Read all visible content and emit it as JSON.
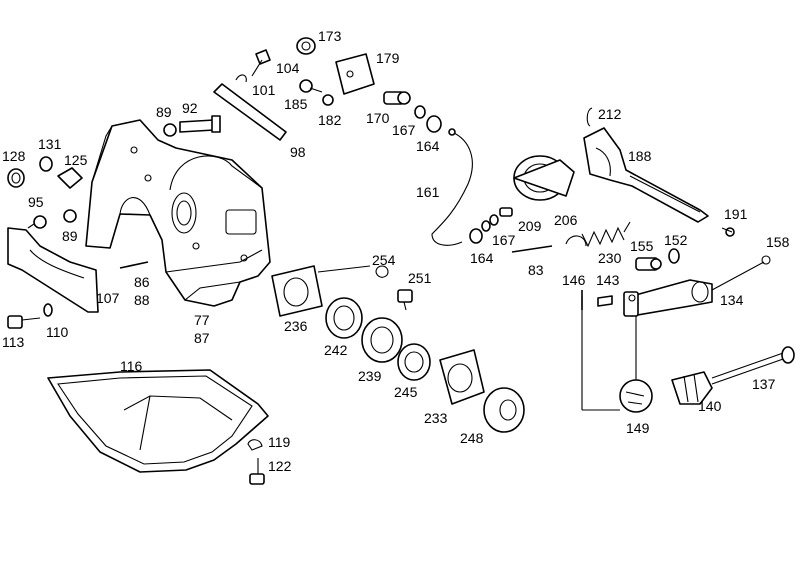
{
  "diagram": {
    "labels": [
      "173",
      "104",
      "179",
      "101",
      "185",
      "182",
      "92",
      "89",
      "98",
      "170",
      "167",
      "164",
      "212",
      "188",
      "131",
      "128",
      "125",
      "161",
      "95",
      "89",
      "209",
      "206",
      "167",
      "191",
      "254",
      "164",
      "155",
      "152",
      "158",
      "83",
      "230",
      "86",
      "88",
      "107",
      "251",
      "146",
      "143",
      "134",
      "77",
      "87",
      "236",
      "242",
      "113",
      "110",
      "239",
      "245",
      "116",
      "233",
      "149",
      "140",
      "137",
      "248",
      "119",
      "122"
    ]
  },
  "colors": {
    "line": "#000000",
    "background": "#ffffff"
  }
}
